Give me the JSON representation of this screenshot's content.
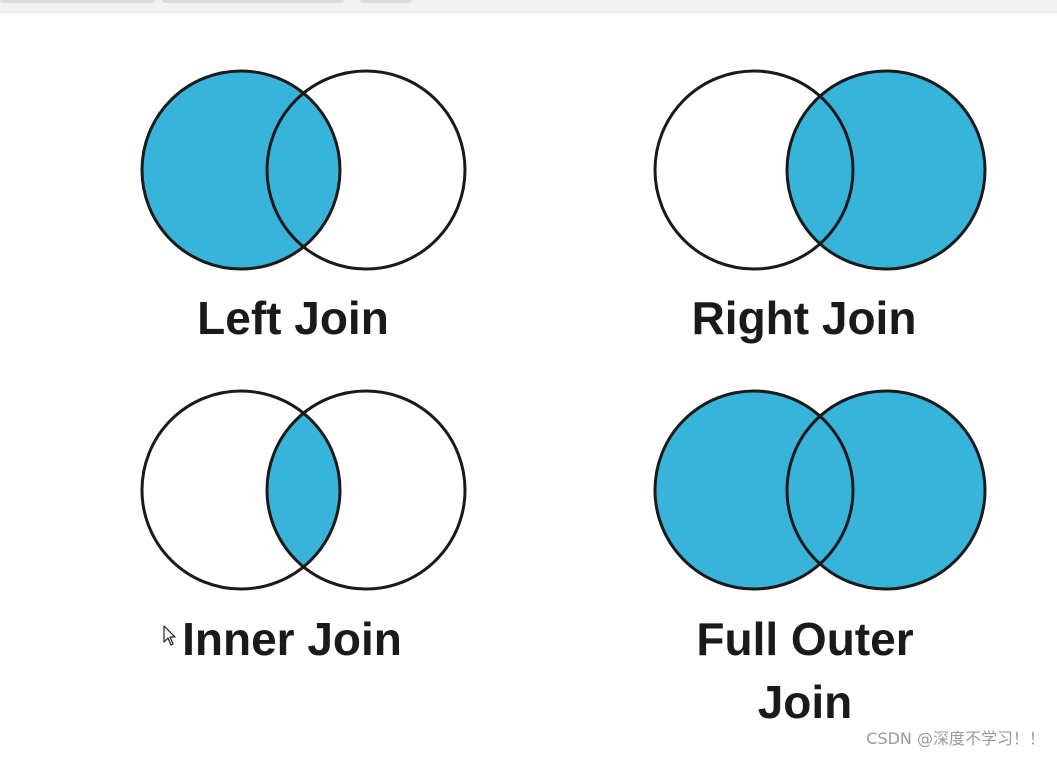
{
  "colors": {
    "fill": "#38b3da",
    "stroke": "#1a1a1a",
    "empty": "#ffffff"
  },
  "diagrams": [
    {
      "label": "Left Join"
    },
    {
      "label": "Right Join"
    },
    {
      "label": "Inner Join"
    },
    {
      "label_line1": "Full Outer",
      "label_line2": "Join"
    }
  ],
  "watermark": "CSDN @深度不学习！！"
}
